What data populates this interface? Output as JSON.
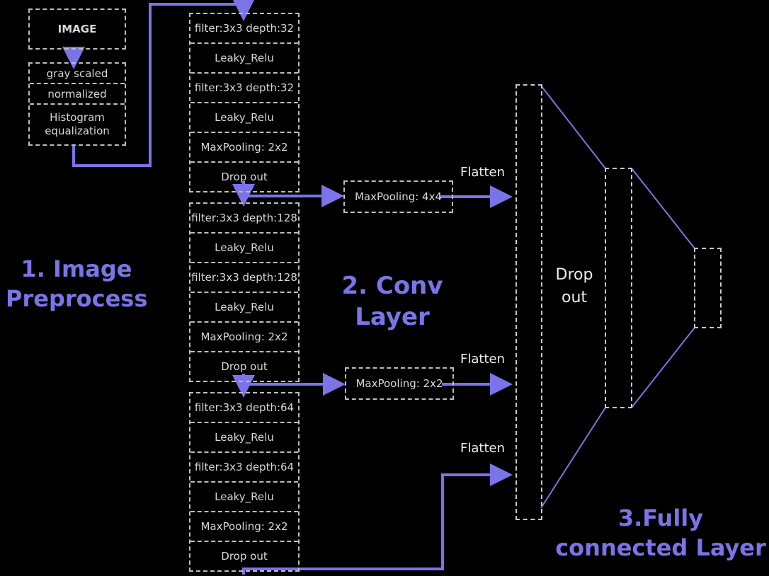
{
  "preprocess": {
    "image_label": "IMAGE",
    "steps": [
      "gray scaled",
      "normalized",
      "Histogram equalization"
    ]
  },
  "conv_blocks": [
    {
      "layers": [
        "filter:3x3 depth:32",
        "Leaky_Relu",
        "filter:3x3 depth:32",
        "Leaky_Relu",
        "MaxPooling: 2x2",
        "Drop out"
      ]
    },
    {
      "layers": [
        "filter:3x3 depth:128",
        "Leaky_Relu",
        "filter:3x3 depth:128",
        "Leaky_Relu",
        "MaxPooling: 2x2",
        "Drop out"
      ]
    },
    {
      "layers": [
        "filter:3x3 depth:64",
        "Leaky_Relu",
        "filter:3x3 depth:64",
        "Leaky_Relu",
        "MaxPooling: 2x2",
        "Drop out"
      ]
    }
  ],
  "side_pools": [
    "MaxPooling: 4x4",
    "MaxPooling: 2x2"
  ],
  "flatten_labels": [
    "Flatten",
    "Flatten",
    "Flatten"
  ],
  "dropout_label": "Drop out",
  "stage_labels": {
    "stage1": "1. Image Preprocess",
    "stage2": "2. Conv Layer",
    "stage3": "3.Fully connected Layer"
  },
  "colors": {
    "accent": "#7b74e8",
    "box_border": "#bdbdbd",
    "background": "#000000"
  }
}
